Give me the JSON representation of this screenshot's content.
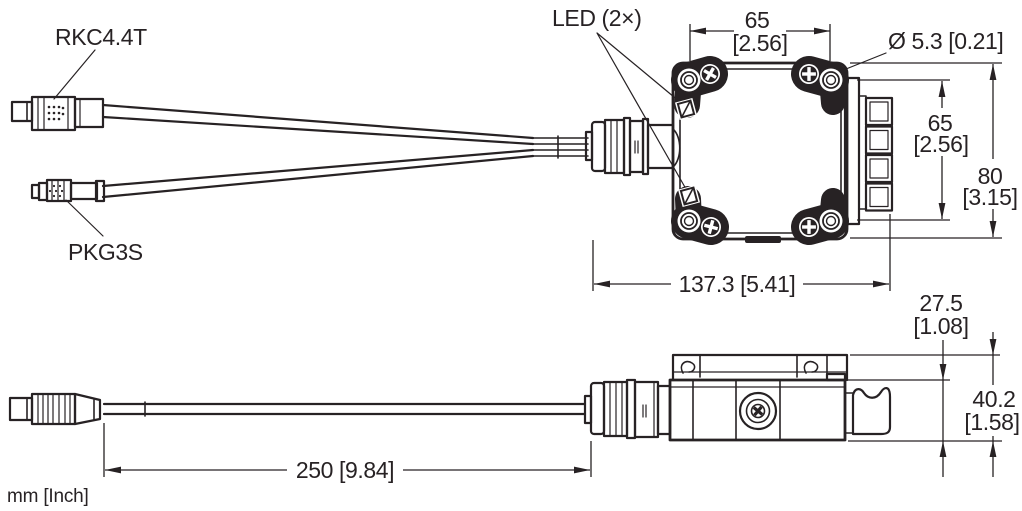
{
  "colors": {
    "line": "#272224",
    "background": "#ffffff"
  },
  "top_view": {
    "labels": {
      "connector_a": "RKC4.4T",
      "connector_b": "PKG3S",
      "led": "LED (2×)",
      "hole_diameter": "Ø 5.3 [0.21]"
    },
    "dims": {
      "hole_spacing_h_mm": "65",
      "hole_spacing_h_inch": "[2.56]",
      "hole_spacing_v_mm": "65",
      "hole_spacing_v_inch": "[2.56]",
      "housing_height_mm": "80",
      "housing_height_inch": "[3.15]",
      "overall_length": "137.3 [5.41]"
    }
  },
  "side_view": {
    "dims": {
      "cable_length": "250 [9.84]",
      "body_height_mm": "27.5",
      "body_height_inch": "[1.08]",
      "total_height_mm": "40.2",
      "total_height_inch": "[1.58]"
    }
  },
  "footer": {
    "units_note": "mm [Inch]"
  }
}
